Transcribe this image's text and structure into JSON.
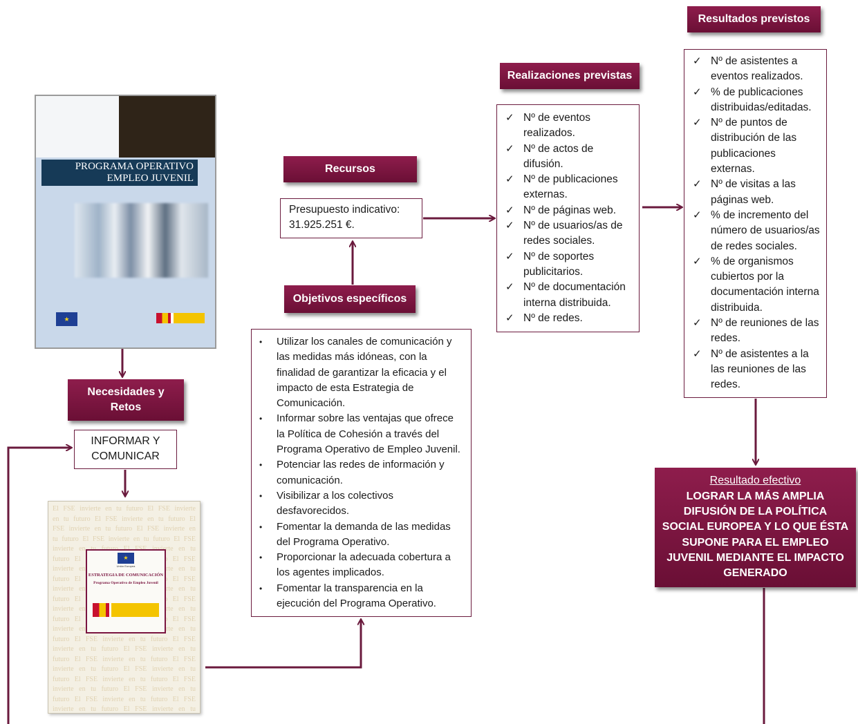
{
  "cover": {
    "title_line1": "PROGRAMA OPERATIVO",
    "title_line2": "EMPLEO JUVENIL"
  },
  "tags": {
    "recursos": "Recursos",
    "objetivos": "Objetivos específicos",
    "realizaciones": "Realizaciones previstas",
    "resultados": "Resultados previstos",
    "necesidades": "Necesidades y Retos"
  },
  "recursos_box": {
    "line1": "Presupuesto indicativo:",
    "line2": "31.925.251 €."
  },
  "informar_box": {
    "line1": "INFORMAR Y",
    "line2": "COMUNICAR"
  },
  "realizaciones_items": [
    "Nº de eventos realizados.",
    "Nº de actos de difusión.",
    "Nº de publicaciones externas.",
    "Nº de páginas web.",
    "Nº de usuarios/as de redes sociales.",
    "Nº de soportes publicitarios.",
    "Nº de documentación interna distribuida.",
    "Nº de redes."
  ],
  "resultados_items": [
    "Nº de asistentes a eventos realizados.",
    "% de publicaciones distribuidas/editadas.",
    "Nº de puntos de distribución de las publicaciones externas.",
    "Nº de visitas a las páginas web.",
    "% de incremento del número de usuarios/as de redes sociales.",
    "% de organismos cubiertos por la documentación interna distribuida.",
    "Nº de reuniones de las redes.",
    "Nº de asistentes a la las reuniones de las redes."
  ],
  "objetivos_items": [
    "Utilizar los canales de comunicación y las medidas más idóneas, con la finalidad de garantizar la eficacia y el impacto de esta Estrategia de Comunicación.",
    "Informar sobre las ventajas que ofrece la Política de Cohesión a través del Programa Operativo de Empleo Juvenil.",
    "Potenciar las redes de información y comunicación.",
    "Visibilizar a los colectivos desfavorecidos.",
    "Fomentar la demanda de las medidas del Programa Operativo.",
    "Proporcionar la adecuada cobertura a los agentes implicados.",
    "Fomentar la transparencia en la ejecución del Programa Operativo."
  ],
  "resultado_efectivo": {
    "heading": "Resultado efectivo",
    "text": "LOGRAR LA MÁS AMPLIA DIFUSIÓN DE LA POLÍTICA SOCIAL EUROPEA Y LO QUE ÉSTA SUPONE PARA EL EMPLEO JUVENIL MEDIANTE EL IMPACTO GENERADO"
  },
  "doc": {
    "org": "Unión Europea",
    "title": "ESTRATEGIA DE COMUNICACIÓN",
    "subtitle": "Programa Operativo de Empleo Juvenil",
    "background_text": "El FSE invierte en tu futuro"
  },
  "colors": {
    "accent": "#7a1540",
    "line": "#6a1a3d",
    "cover_bg": "#c9d8ea",
    "cover_title_bg": "#163a57",
    "cover_dark_block": "#2f2418"
  }
}
